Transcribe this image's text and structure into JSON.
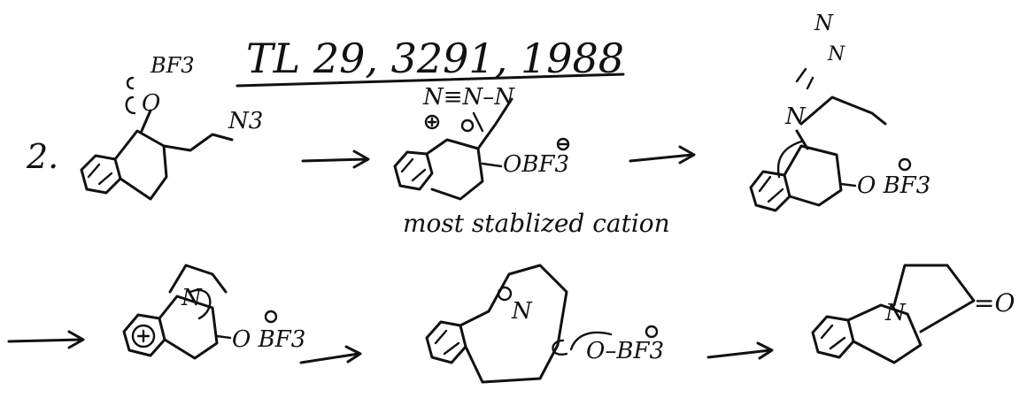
{
  "title": "TL 29, 3291, 1988",
  "step_number": "2.",
  "notes": {
    "stabilized_caption": "most stablized cation"
  },
  "labels": {
    "s1_bf3": "BF3",
    "s1_o": "O",
    "s1_n3": "N3",
    "s2_azide": "N≡N–N",
    "s2_obf3": "OBF3",
    "s3_n_top": "N",
    "s3_n_mid": "N",
    "s3_obf3": "O BF3",
    "s4_n": "N",
    "s4_obf3": "O BF3",
    "s5_n": "N",
    "s5_obf3": "O–BF3",
    "s6_n": "N",
    "s6_o": "=O"
  }
}
